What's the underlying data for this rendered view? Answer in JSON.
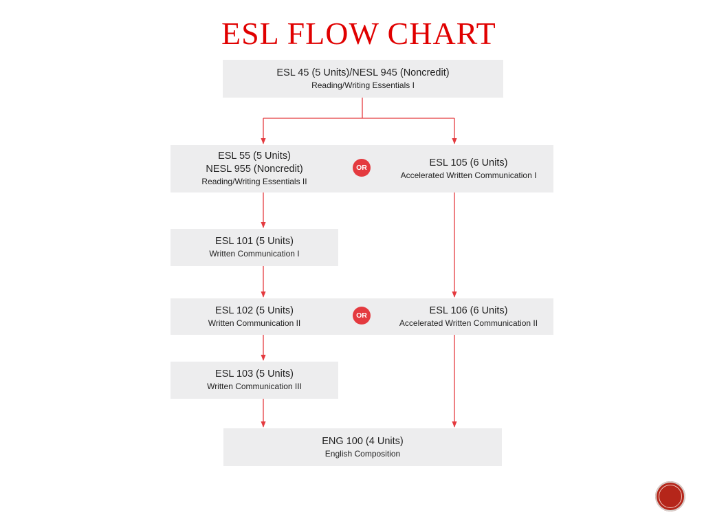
{
  "title": "ESL FLOW CHART",
  "colors": {
    "title": "#e00000",
    "arrow": "#e43a3f",
    "box": "#ededee",
    "or_badge": "#e43a3f"
  },
  "nodes": {
    "esl45": {
      "title": "ESL 45 (5 Units)/NESL 945 (Noncredit)",
      "subtitle": "Reading/Writing Essentials I"
    },
    "esl55": {
      "title": "ESL 55 (5 Units)",
      "title2": "NESL 955 (Noncredit)",
      "subtitle": "Reading/Writing Essentials II"
    },
    "esl105": {
      "title": "ESL 105 (6 Units)",
      "subtitle": "Accelerated Written Communication I"
    },
    "esl101": {
      "title": "ESL 101 (5 Units)",
      "subtitle": "Written Communication I"
    },
    "esl102": {
      "title": "ESL 102 (5 Units)",
      "subtitle": "Written Communication II"
    },
    "esl106": {
      "title": "ESL 106 (6 Units)",
      "subtitle": "Accelerated Written Communication II"
    },
    "esl103": {
      "title": "ESL 103 (5 Units)",
      "subtitle": "Written Communication III"
    },
    "eng100": {
      "title": "ENG 100 (4 Units)",
      "subtitle": "English Composition"
    }
  },
  "or_label": "OR",
  "edges": [
    [
      "esl45",
      "esl55"
    ],
    [
      "esl45",
      "esl105"
    ],
    [
      "esl55",
      "esl101"
    ],
    [
      "esl101",
      "esl102"
    ],
    [
      "esl105",
      "esl106"
    ],
    [
      "esl102",
      "esl103"
    ],
    [
      "esl103",
      "eng100"
    ],
    [
      "esl106",
      "eng100"
    ]
  ]
}
